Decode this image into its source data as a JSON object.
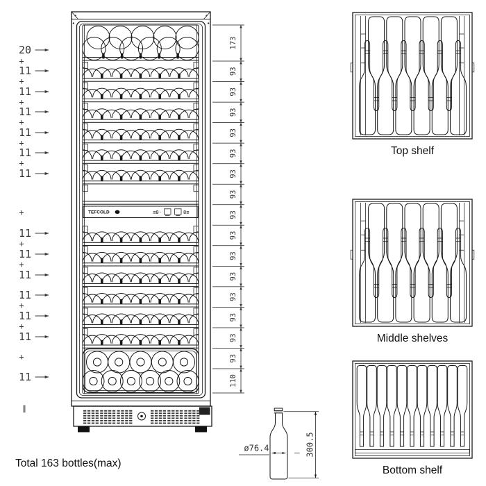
{
  "total_note": "Total 163 bottles(max)",
  "capacity_column": {
    "items": [
      "20",
      "+",
      "11",
      "+",
      "11",
      "+",
      "11",
      "+",
      "11",
      "+",
      "11",
      "+",
      "11",
      "+",
      "11",
      "+",
      "11",
      "+",
      "11",
      "11",
      "+",
      "11",
      "+",
      "11",
      "+",
      "11",
      "‖"
    ]
  },
  "dimension_column": {
    "values": [
      "173",
      "93",
      "93",
      "93",
      "93",
      "93",
      "93",
      "93",
      "93",
      "93",
      "93",
      "93",
      "93",
      "93",
      "93",
      "93",
      "110"
    ]
  },
  "bottle_view": {
    "diameter": "ø76.4",
    "height": "300.5"
  },
  "display_panel": {
    "brand": "TEFCOLD",
    "logo_icon": "filled-oval-logo",
    "icons": [
      "temperature-display-icon",
      "temperature-display-icon"
    ]
  },
  "detail_views": [
    {
      "label": "Top shelf"
    },
    {
      "label": "Middle shelves"
    },
    {
      "label": "Bottom shelf"
    }
  ],
  "colors": {
    "ink": "#1a1a1a",
    "background": "#ffffff"
  }
}
